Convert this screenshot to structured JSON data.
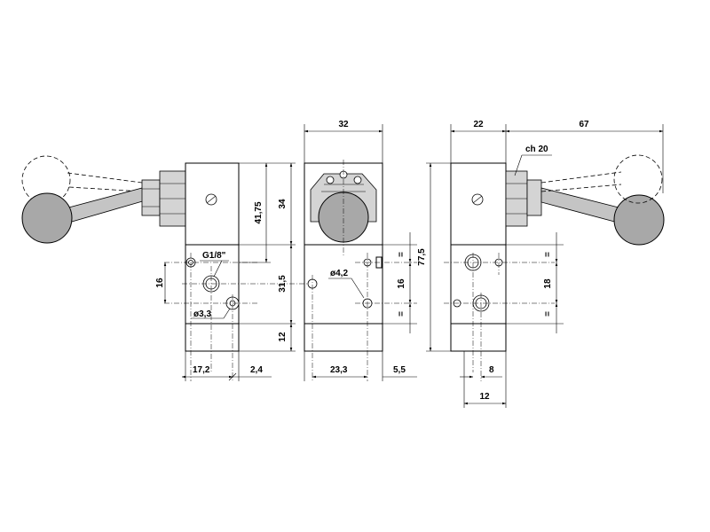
{
  "dimensions": {
    "left_view": {
      "height_34": "34",
      "height_41_75": "41,75",
      "port_label": "G1/8\"",
      "spacing_16": "16",
      "spacing_31_5": "31,5",
      "hole_dia": "ø3,3",
      "base_12": "12",
      "width_17_2": "17,2",
      "offset_2_4": "2,4"
    },
    "center_view": {
      "width_32": "32",
      "hole_dia": "ø4,2",
      "eq_top": "=",
      "eq_bottom": "=",
      "spacing_16": "16",
      "width_23_3": "23,3",
      "offset_5_5": "5,5"
    },
    "right_view": {
      "width_22": "22",
      "length_67": "67",
      "wrench_size": "ch 20",
      "height_77_5": "77,5",
      "eq_top": "=",
      "eq_bottom": "=",
      "spacing_18": "18",
      "width_8": "8",
      "width_12": "12"
    }
  }
}
